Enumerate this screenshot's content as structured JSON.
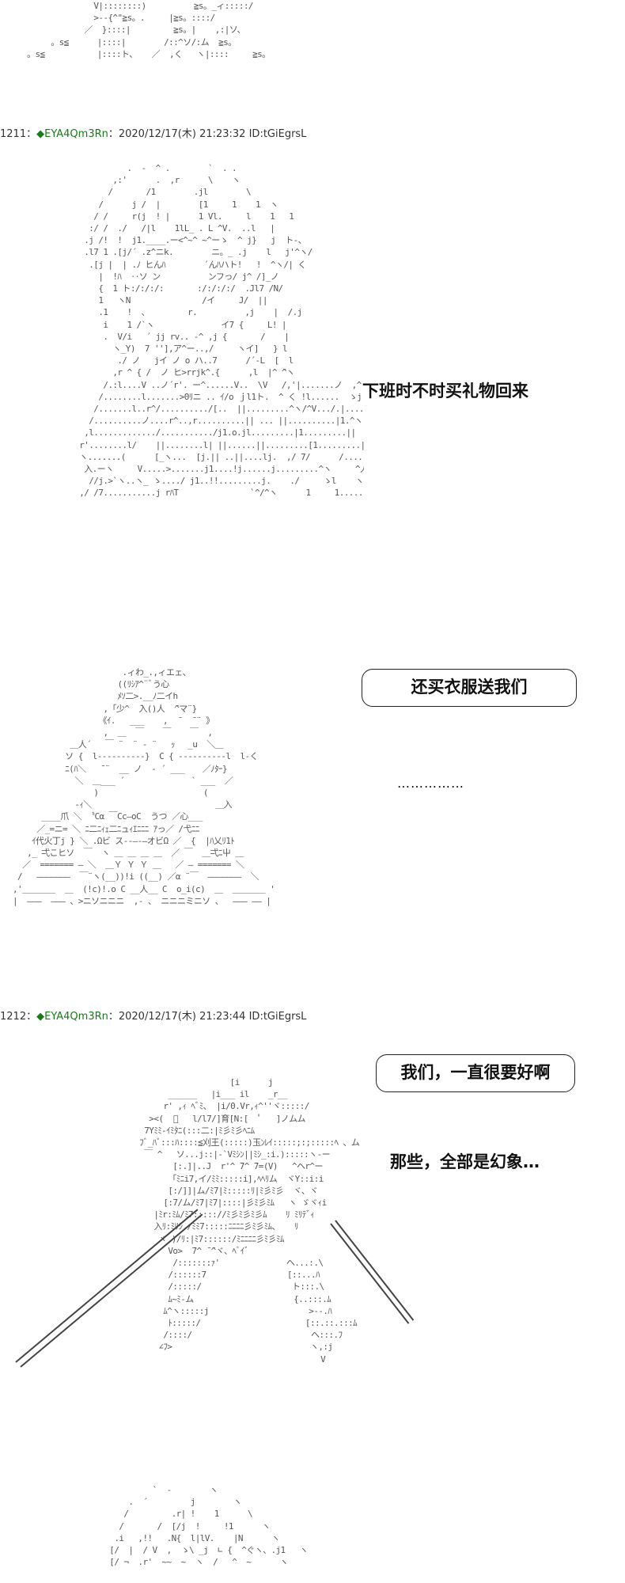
{
  "posts": [
    {
      "number": "1211",
      "separator": "：",
      "diamond": "◆",
      "trip": "EYA4Qm3Rn",
      "datetime": "：2020/12/17(木) 21:23:32",
      "id": "ID:tGiEgrsL"
    },
    {
      "number": "1212",
      "separator": "：",
      "diamond": "◆",
      "trip": "EYA4Qm3Rn",
      "datetime": "：2020/12/17(木) 21:23:44",
      "id": "ID:tGiEgrsL"
    }
  ],
  "captions": {
    "line1": "下班时不时买礼物回来",
    "bubble1": "还买衣服送我们",
    "dots": "……………",
    "bubble2": "我们，一直很要好啊",
    "line2": "那些，全部是幻象…"
  },
  "ascii_art": {
    "top_fragment": "                  V|::::::::)          ≧s。_ィ:::::/\n                  >--{^\"≧s。.     |≧s。::::/\n                ／  }::::|         ≧s。|    ,:|ソ、\n         。s≦      |::::|        /::^ソ/:ム  ≧s。\n    。s≦           |::::ト、   ／  ,く   ヽ|::::     ≧s。",
    "girl_face": "                    .  -  ^ .        `  . .\n                 ,:'      .  ,r      \\    ヽ\n                /       /1        .jl        \\\n              /      j /  |        [1     1    1  ヽ\n             / /     r(j  ! |      1 Vl.     l    1   1\n            :/ /  ./   /|l    1lL_ . L ^V.  ..l   |\n           .j /!  !  j1.____.ー<^~^ ~^ーゝ  ^ j}   j  ト-、\n           .l7 1 .[j/´ .z^ニk.        ニ。_ .j    l   j'^ヽ/\n            .[j |  | .ﾉ ヒんﾊ        ´んﾊハト!   !  ^ヽ/| く\n              |  !ﾊ  ‥ソ ン          ンフっ/ j^ /]_ノ\n              {  1 ト:/:/:/:       :/:/:/:/  .Jl7 /N/\n              1   ヽN               /イ     J/  ||\n              .1    !  、        r.          ,j    |  /.j\n               i    1 /`ヽ              イ7 {     L! |\n               .  V/i   ´ jj rv.. -^ ,j {       /    |\n                 ヽ_Y)  7 ''],ア^ー..,/     ヽイ]   } l\n                  ./ ノ   jイ ノ o ハ..7      /´-L  [  l\n                 ,r ^ { /  ノ ヒ>rrjk^.{      ,l  |^ ̄^ヽ\n               /.:l....V ..ノ´r'. ー^......V..  \\V   /,'|.......ノ  ,^\n              /........l.......>0ﾘニ .. ｲ/o ｊl1ト.  ^ く !l......  ゝj /........!\n             /.......l..r^/........../[..  ||.........^ヽ/^V.../.|.....,\n            /..........ノ....r^..,r..........|| ... ||..........|1.^ヽ..^/.......rﾊ\n           ,l............./.........../j1.o.jl.........|1.........||     1.............^1\n          r'........l/    ||........l| ||......||.........[1.........||      |l.........../r^\n          ヽ.......(      [_ヽ...  [j.|| ..||....lj.  ,/ 7/      /.............r^ ノ\n           入.ーヽ     V.....>.......j1....!j......j.........^ヽ     ^人..../^.,  ^ヽ\n            //j.>`ヽ..ヽ_ ゝ..../ j1..!!.........j.    ./     ゝl    ヽ........1   ヽ\n          ,/ /7...........j rﾊT               `^/^ヽ      1     1..........1 ^ヽ  ヽ",
    "robot": "                        .ィわ_.,ィエェ、\n                       ((ﾘｼｱ^¨ﾞう心\n                       ﾒｿ二>.__ﾉ二イh\n                    ,「少^  ̄入()人  ̄^マ¨}\n                   《ｲ.   ___    ,  ̄   ̄ ¨ 》\n                    ,  ＿  ￣    ￣    ￣  ,\n             ＿人´   ￣ ¨  ¨ ‐ ¨   ｯ 　_u  ＼＿\n            ソ {  l--‐‐‐‐‐‐‐‐}  C { -‐‐‐‐‐‐‐‐‐l  l-く\n            ﾆ(ﾊ＼   ̄ ¨  __ ノ  ‐ ´ ___ 　 ／ﾉﾀｰ}\n              ＼  ＿___ ´              ` ___  ／\n                  )                      (\n              ‐ｨ＼                          ＿入\n       ____爪 ＼ 〝Cα ￣Cc―oC  うつ ／心___\n      ／_=ニ= ＼ ﾆ二ﾆｨｪ二ﾆュｨｴﾆﾆﾆ ｱっ／ /弋ﾆﾆ\n     ｲ代火丁j } ＼ .Ωビ ス--―-―オビΩ ／  {  |ﾊ乂ﾘ1ﾄ\n    ,_ 弌こヒソ  ￣  ヽ ＿ ＿ ＿ ＿  ／ ￣  ＿弌ﾆ屮 ＿\n   ／  ======= ― ＼  ＿Ｙ Ｙ Ｙ ＿   ／ ― ======= ＼\n  /   ―――――――  ￣¨ヽ(__))!i ((__) ／α ¨￣  ―――――――  ＼\n ,'＿＿＿＿  ＿  (!c)!.o C __人__ C  o_i(c)  ＿  ＿＿＿＿ '\n |  ―――  ――― 、>ニソニニニ  ,- 、 ニニニミニソ 、  ――― ―― |",
    "mecha": "                              [i      j\n                 ______   |i___ il    _r__\n                r' ,ｨ ﾍﾞﾐ、 |i/0.Vr,ｨ^''ヾ:::::/\n             ><(  ﾟ   l/l7/]育[N:[  ﾟ   ]ノムム\n            7Yﾐﾐ-ｲﾐﾀﾆ(:::二:|ﾐ彡ﾐ彡ﾍﾆﾑ\n           ﾌﾞ_ﾊﾞ:::ﾊ::::≦刈王(:::::)玉ﾝﾚｲ:::::;:;:::::ﾍ 、ム\n            ￣ ^   ソ...j::|-`Vﾐｼﾝ||ﾐｼ_:i.):::::ヽ-ー\n                  [:.]|..J  r'^ ̄7^ ̄7=(V)   ^ヘr^ー\n                 「ﾐﾆi7,イ/ﾐﾐ:::::i],ﾍﾍﾘム  ヾY::i:i\n                 [:/]]|ム/ﾐ7|ﾐ:::::ﾘ|ﾐ彡ﾐ彡  ヾ、ヾ\n                [:7/ム/ﾐ7|ﾐ7|::::|彡ﾐ彡ﾐﾑ   ヽ ゞヾｨi\n              |ﾐr:ﾐﾑ/ﾐ7::::://ﾐ彡ﾐ彡ﾐ彡ﾑ    ﾘ ﾐﾘﾃﾞｨ\n              入ﾘ:ﾐﾘｼ./ﾐﾐ7:::::ﾆﾆﾆﾆ彡ﾐ彡ﾐﾑ、   ﾘ\n               ヾ )/ﾘ:|ﾐ7::::::/ﾐﾆﾆﾆﾆ彡ﾐ彡ﾐﾑ\n                 Vo>  ̄7^ ̄ ̄^ヾ、ﾍﾞｲﾞ\n                  /:::::::ｧ'              ヘ...:.\\\n                 /::::::7                 [::...ﾊ\n                 /:::::/                   ト:::.\\\n                 ﾑ~ﾐ-ム                     {..:::.ﾑ\n                ﾑ^ヽ:::::j                     >--.ﾊ\n                 ﾄ:::::/                      [::.::.:::ﾑ\n                /::::/                         ヘ:::.ﾌ\n               ∠ﾌ>                             ヽ,:j\n                                                 V",
    "bottom_fragment": "                      `  -        ヽ\n                 .  ´         j        ヽ\n                /         .r| !    1      \\\n               /       /  [/j  !     !1      ヽ\n              .i   ,!!   .N{  l|lV.    |N      ヽ\n             [/  |  / V  ,  ゝ\\ _j  ∟ {  ^ぐヽ、.j1   ヽ\n             [/ ¬  .r'  ~~  ~  ヽ  /   ^  ~      ヽ"
  }
}
